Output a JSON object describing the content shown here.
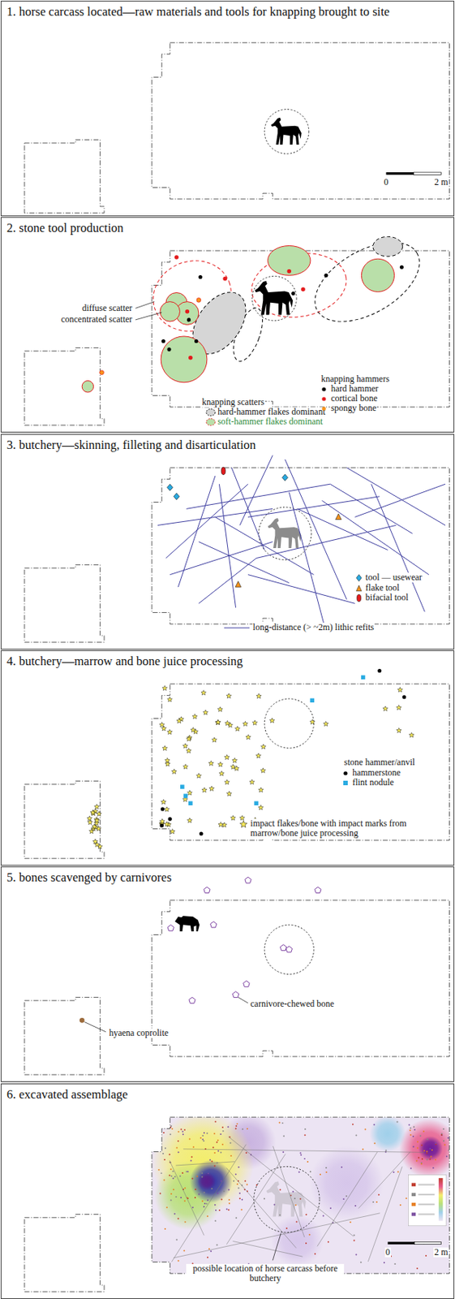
{
  "diagram": {
    "nodes": [
      {
        "text": [
          "1. horse carcass located—raw materials and tools for knapping brought to site"
        ]
      },
      {
        "text": [
          "2. stone tool production"
        ]
      },
      {
        "text": [
          "3. butchery—skinning, filleting and disarticulation"
        ]
      },
      {
        "text": [
          "4. butchery—marrow and bone juice processing"
        ]
      },
      {
        "text": [
          "5. bones scavenged by carnivores"
        ]
      },
      {
        "text": [
          "6. excavated assemblage"
        ]
      }
    ],
    "labels": [
      "0",
      "2 m",
      "diffuse scatter",
      "concentrated scatter",
      "knapping hammers",
      "knapping scatters",
      "stone hammer/anvil",
      "carnivore-chewed bone",
      "hyaena coprolite",
      "possible location of horse carcass before butchery",
      "0",
      "2 m"
    ],
    "legend": [
      {
        "text": "hard hammer",
        "color": "#000000"
      },
      {
        "text": "cortical bone",
        "color": "#e31a1c"
      },
      {
        "text": "spongy bone",
        "color": "#f7941d"
      },
      {
        "text": "hard-hammer flakes dominant",
        "color": "#d6d6d6"
      },
      {
        "text": "soft-hammer flakes dominant",
        "color": "#b9dfa9"
      },
      {
        "text": "tool — usewear"
      },
      {
        "text": "flake tool"
      },
      {
        "text": "bifacial tool"
      },
      {
        "text": "long-distance (> ~2m) lithic refits"
      },
      {
        "text": "hammerstone",
        "color": "#000000"
      },
      {
        "text": "flint nodule",
        "color": "#29abe2"
      },
      {
        "text": "impact flakes/bone with impact marks from marrow/bone juice processing"
      }
    ]
  }
}
